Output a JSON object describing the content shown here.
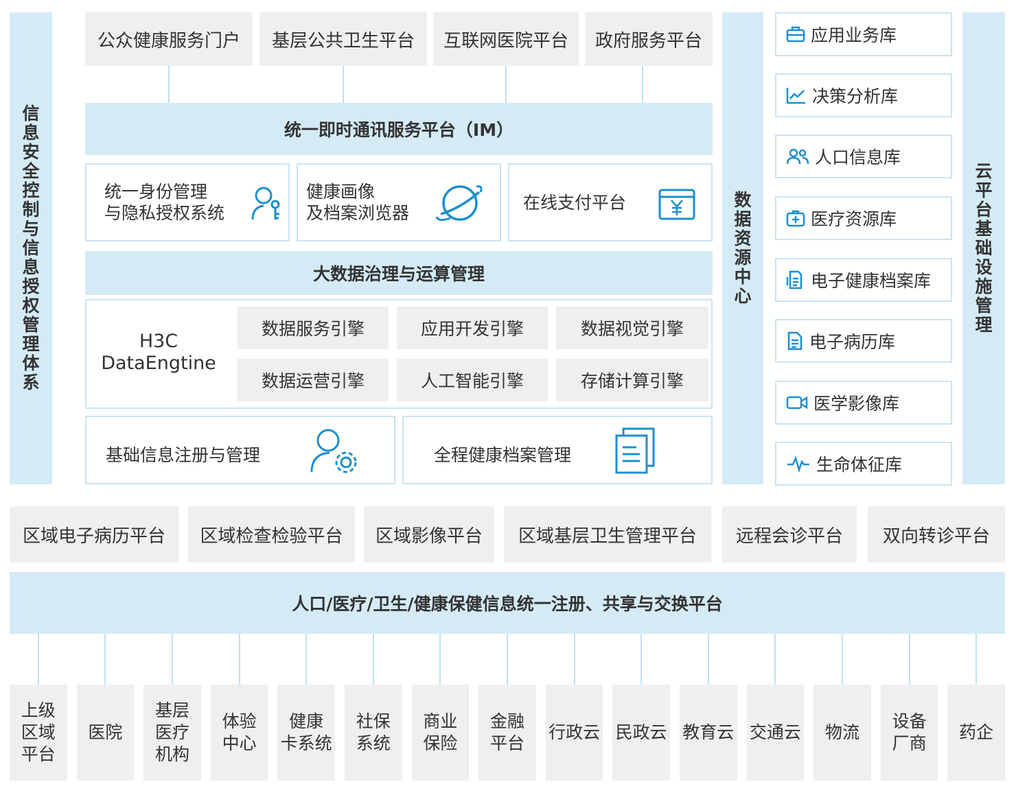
{
  "left_column": {
    "label": "信息安全控制与信息授权管理体系"
  },
  "middle_column": {
    "label": "数据资源中心"
  },
  "right_column": {
    "label": "云平台基础设施管理"
  },
  "top_portals": [
    "公众健康服务门户",
    "基层公共卫生平台",
    "互联网医院平台",
    "政府服务平台"
  ],
  "im_platform": "统一即时通讯服务平台（IM）",
  "services": {
    "identity": {
      "line1": "统一身份管理",
      "line2": "与隐私授权系统",
      "icon": "user-key-icon"
    },
    "health_profile": {
      "line1": "健康画像",
      "line2": "及档案浏览器",
      "icon": "planet-icon"
    },
    "payment": {
      "label": "在线支付平台",
      "icon": "yen-card-icon"
    }
  },
  "big_data": "大数据治理与运算管理",
  "engine": {
    "name_line1": "H3C",
    "name_line2": "DataEngtine",
    "modules": [
      "数据服务引擎",
      "应用开发引擎",
      "数据视觉引擎",
      "数据运营引擎",
      "人工智能引擎",
      "存储计算引擎"
    ]
  },
  "registry": {
    "label": "基础信息注册与管理",
    "icon": "user-gear-icon"
  },
  "record_mgmt": {
    "label": "全程健康档案管理",
    "icon": "documents-icon"
  },
  "libraries": [
    {
      "label": "应用业务库",
      "icon": "briefcase-icon"
    },
    {
      "label": "决策分析库",
      "icon": "trend-chart-icon"
    },
    {
      "label": "人口信息库",
      "icon": "people-icon"
    },
    {
      "label": "医疗资源库",
      "icon": "medical-kit-icon"
    },
    {
      "label": "电子健康档案库",
      "icon": "health-record-icon"
    },
    {
      "label": "电子病历库",
      "icon": "document-icon"
    },
    {
      "label": "医学影像库",
      "icon": "video-camera-icon"
    },
    {
      "label": "生命体征库",
      "icon": "heartbeat-icon"
    }
  ],
  "regional_platforms": [
    "区域电子病历平台",
    "区域检查检验平台",
    "区域影像平台",
    "区域基层卫生管理平台",
    "远程会诊平台",
    "双向转诊平台"
  ],
  "exchange_platform": "人口/医疗/卫生/健康保健信息统一注册、共享与交换平台",
  "endpoints": [
    "上级\n区域\n平台",
    "医院",
    "基层\n医疗\n机构",
    "体验\n中心",
    "健康\n卡系统",
    "社保\n系统",
    "商业\n保险",
    "金融\n平台",
    "行政云",
    "民政云",
    "教育云",
    "交通云",
    "物流",
    "设备\n厂商",
    "药企"
  ],
  "colors": {
    "accent": "#1b8fd0",
    "panel_blue": "#d4ebf6",
    "panel_gray": "#f0eff0",
    "border": "#c9e4f2"
  }
}
